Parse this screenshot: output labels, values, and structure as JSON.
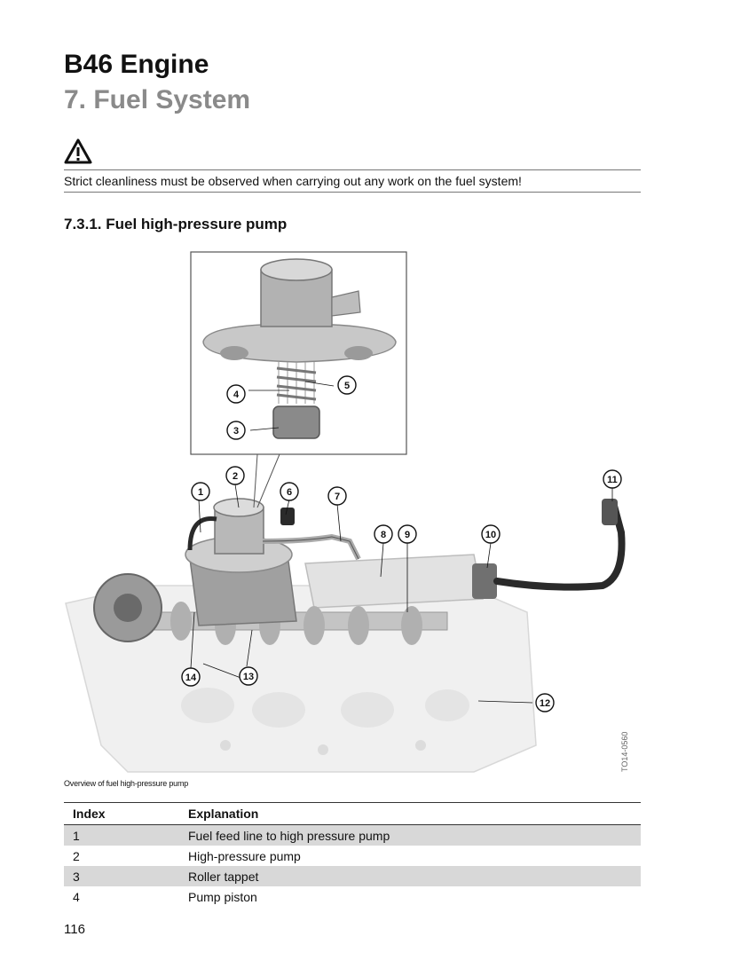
{
  "header": {
    "title": "B46 Engine",
    "subtitle": "7. Fuel System"
  },
  "warning": {
    "icon": "warning-triangle-icon",
    "text": "Strict cleanliness must be observed when carrying out any work on the fuel system!"
  },
  "section": {
    "title": "7.3.1. Fuel high-pressure pump"
  },
  "figure": {
    "code": "TO14-0560",
    "caption": "Overview of fuel high-pressure pump",
    "callouts": [
      "1",
      "2",
      "3",
      "4",
      "5",
      "6",
      "7",
      "8",
      "9",
      "10",
      "11",
      "12",
      "13",
      "14"
    ]
  },
  "table": {
    "headers": [
      "Index",
      "Explanation"
    ],
    "rows": [
      [
        "1",
        "Fuel feed line to high pressure pump"
      ],
      [
        "2",
        "High-pressure pump"
      ],
      [
        "3",
        "Roller tappet"
      ],
      [
        "4",
        "Pump piston"
      ]
    ]
  },
  "footer": {
    "page_number": "116"
  }
}
